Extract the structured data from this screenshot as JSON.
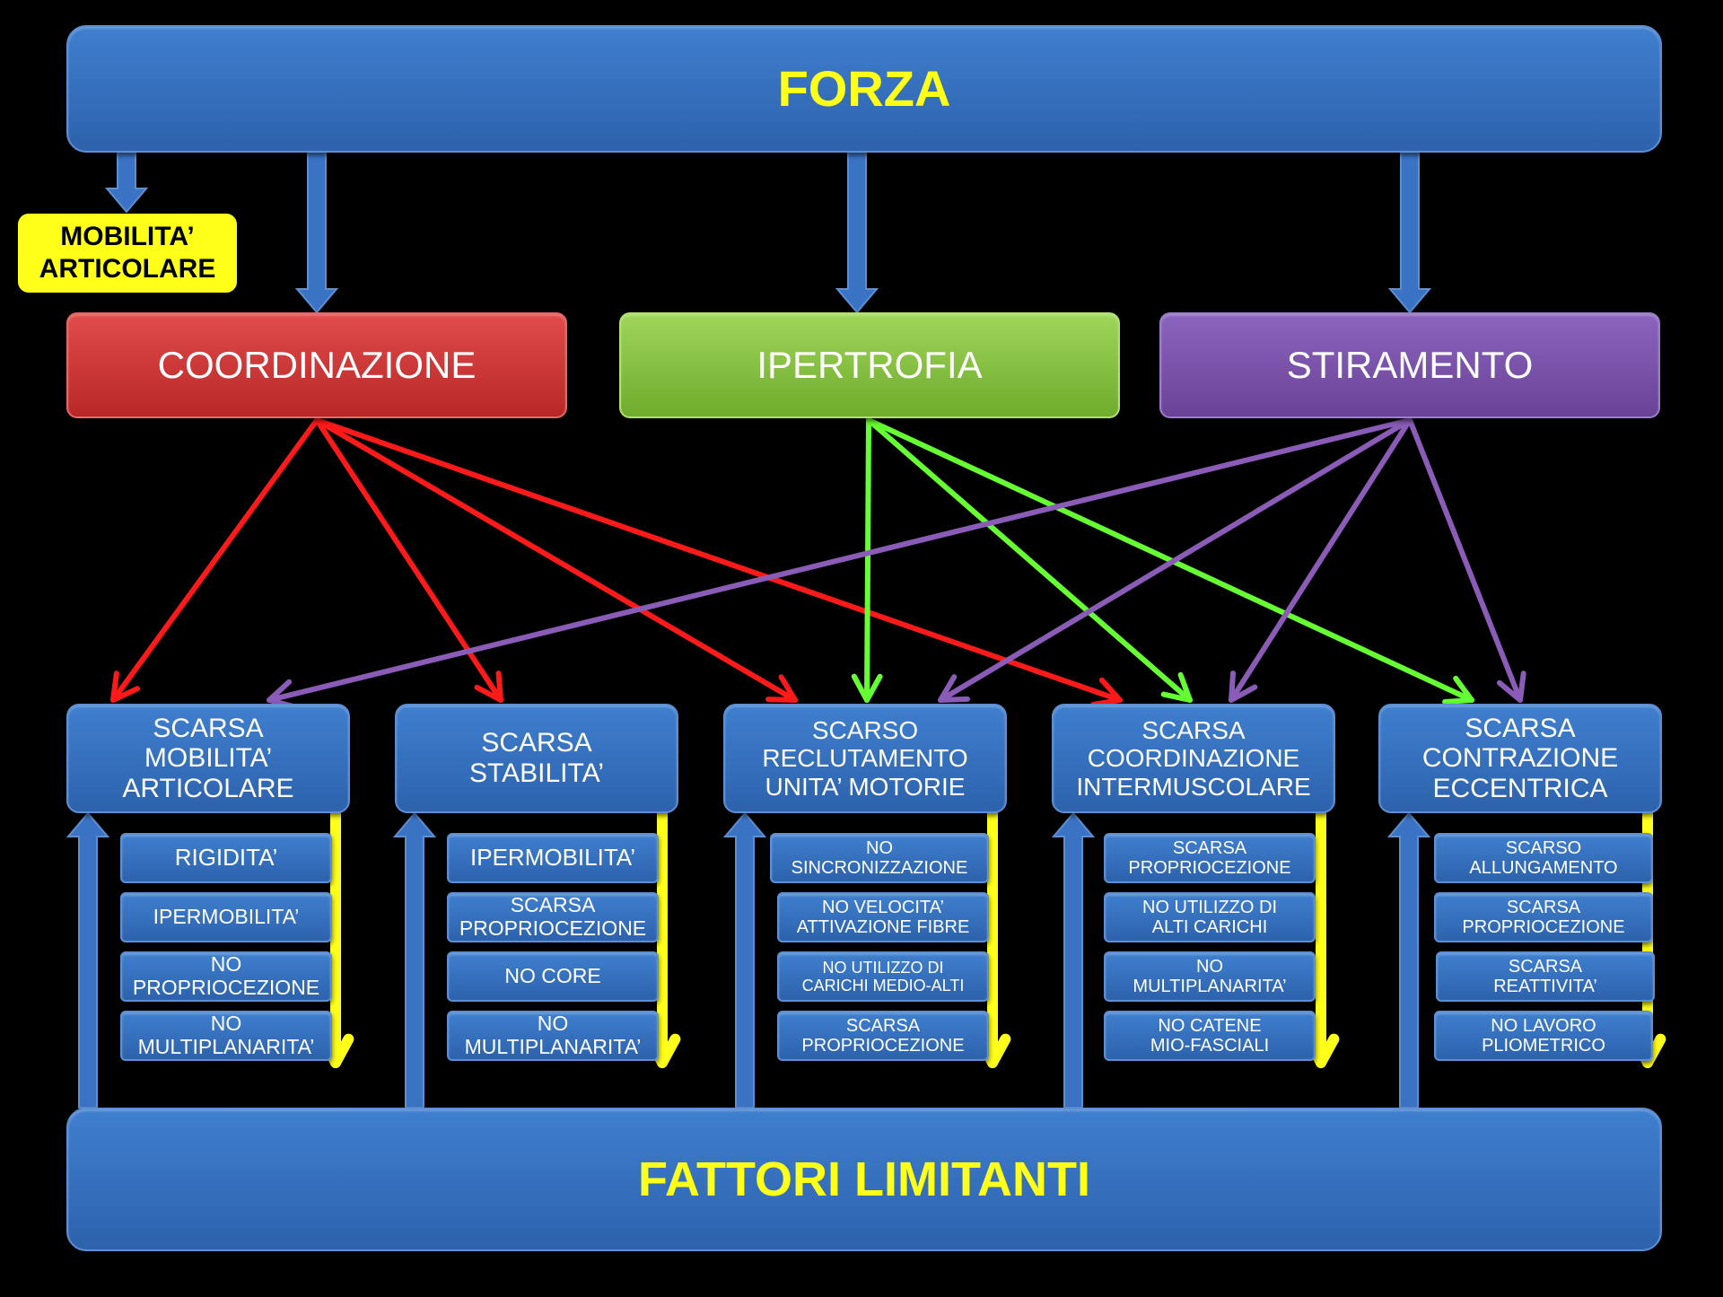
{
  "top": {
    "title": "FORZA"
  },
  "badge": {
    "line1": "MOBILITA’",
    "line2": "ARTICOLARE"
  },
  "categories": [
    {
      "label": "COORDINAZIONE",
      "color": "#d03a3a"
    },
    {
      "label": "IPERTROFIA",
      "color": "#8cc447"
    },
    {
      "label": "STIRAMENTO",
      "color": "#7b55ad"
    }
  ],
  "connectors": {
    "red": "#ff1a1a",
    "green": "#66ff33",
    "purple": "#8a5cb8",
    "yellow": "#ffff1a"
  },
  "limits": [
    {
      "lines": [
        "SCARSA",
        "MOBILITA’",
        "ARTICOLARE"
      ],
      "factors": [
        {
          "lines": [
            "RIGIDITA’"
          ]
        },
        {
          "lines": [
            "IPERMOBILITA’"
          ]
        },
        {
          "lines": [
            "NO",
            "PROPRIOCEZIONE"
          ]
        },
        {
          "lines": [
            "NO",
            "MULTIPLANARITA’"
          ]
        }
      ]
    },
    {
      "lines": [
        "SCARSA",
        "STABILITA’"
      ],
      "factors": [
        {
          "lines": [
            "IPERMOBILITA’"
          ]
        },
        {
          "lines": [
            "SCARSA",
            "PROPRIOCEZIONE"
          ]
        },
        {
          "lines": [
            "NO CORE"
          ]
        },
        {
          "lines": [
            "NO",
            "MULTIPLANARITA’"
          ]
        }
      ]
    },
    {
      "lines": [
        "SCARSO",
        "RECLUTAMENTO",
        "UNITA’ MOTORIE"
      ],
      "factors": [
        {
          "lines": [
            "NO",
            "SINCRONIZZAZIONE"
          ]
        },
        {
          "lines": [
            "NO VELOCITA’",
            "ATTIVAZIONE FIBRE"
          ]
        },
        {
          "lines": [
            "NO UTILIZZO DI",
            "CARICHI MEDIO-ALTI"
          ]
        },
        {
          "lines": [
            "SCARSA",
            "PROPRIOCEZIONE"
          ]
        }
      ]
    },
    {
      "lines": [
        "SCARSA",
        "COORDINAZIONE",
        "INTERMUSCOLARE"
      ],
      "factors": [
        {
          "lines": [
            "SCARSA",
            "PROPRIOCEZIONE"
          ]
        },
        {
          "lines": [
            "NO UTILIZZO DI",
            "ALTI CARICHI"
          ]
        },
        {
          "lines": [
            "NO",
            "MULTIPLANARITA’"
          ]
        },
        {
          "lines": [
            "NO CATENE",
            "MIO-FASCIALI"
          ]
        }
      ]
    },
    {
      "lines": [
        "SCARSA",
        "CONTRAZIONE",
        "ECCENTRICA"
      ],
      "factors": [
        {
          "lines": [
            "SCARSO",
            "ALLUNGAMENTO"
          ]
        },
        {
          "lines": [
            "SCARSA",
            "PROPRIOCEZIONE"
          ]
        },
        {
          "lines": [
            "SCARSA",
            "REATTIVITA’"
          ]
        },
        {
          "lines": [
            "NO LAVORO",
            "PLIOMETRICO"
          ]
        }
      ]
    }
  ],
  "bottom": {
    "title": "FATTORI LIMITANTI"
  }
}
